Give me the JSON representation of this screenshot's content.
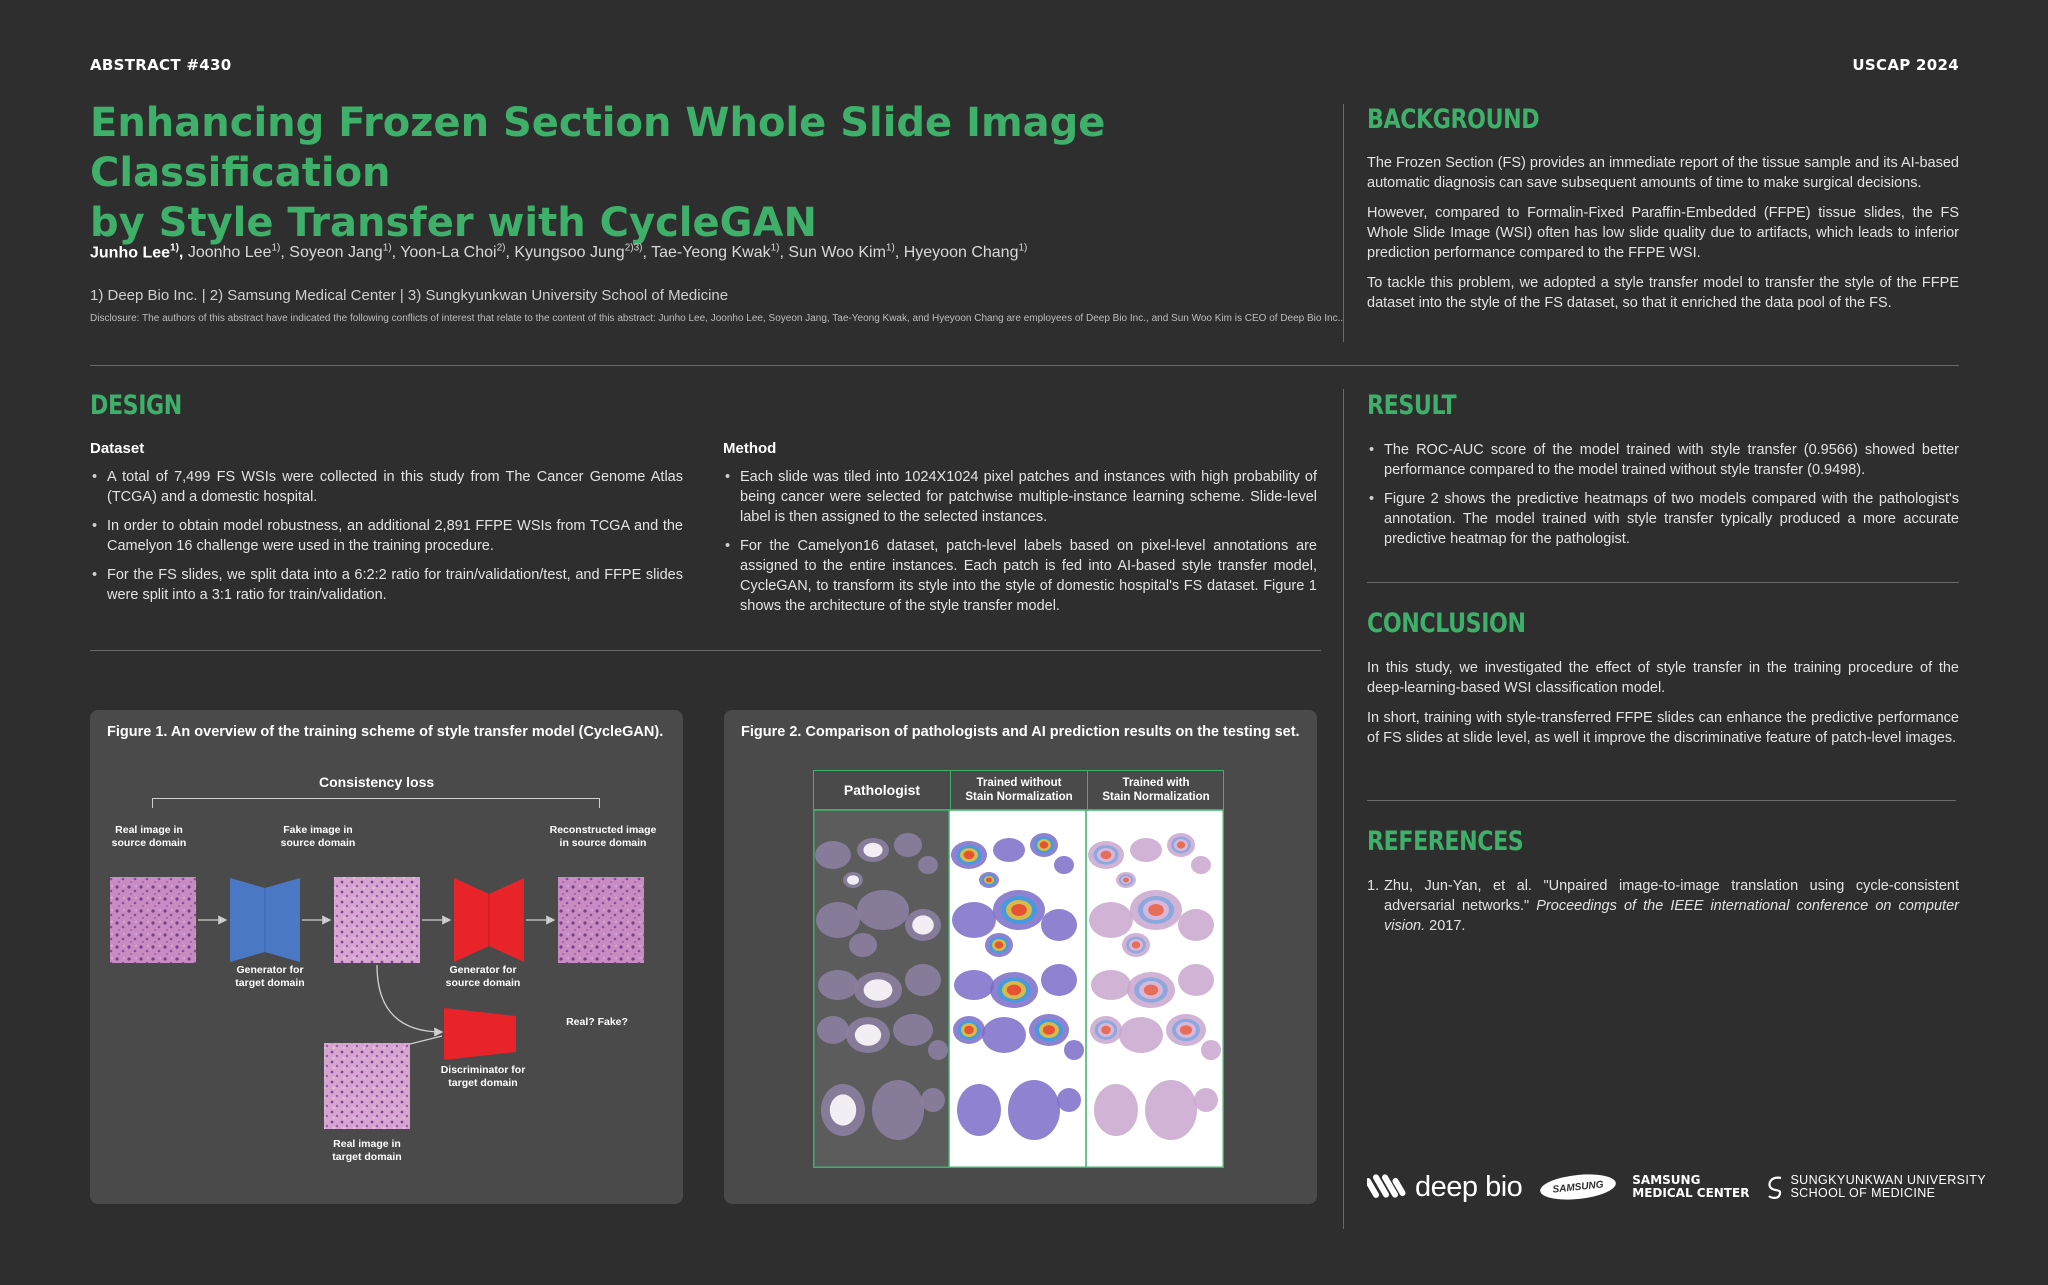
{
  "header": {
    "abstract_no": "ABSTRACT #430",
    "conference": "USCAP 2024"
  },
  "title": {
    "line1": "Enhancing Frozen Section Whole Slide Image Classification",
    "line2": "by Style Transfer with CycleGAN"
  },
  "authors": {
    "first": "Junho Lee",
    "first_sup": "1)",
    "rest": [
      {
        "name": "Joonho Lee",
        "sup": "1)"
      },
      {
        "name": "Soyeon Jang",
        "sup": "1)"
      },
      {
        "name": "Yoon-La Choi",
        "sup": "2)"
      },
      {
        "name": "Kyungsoo Jung",
        "sup": "2)3)"
      },
      {
        "name": "Tae-Yeong Kwak",
        "sup": "1)"
      },
      {
        "name": "Sun Woo Kim",
        "sup": "1)"
      },
      {
        "name": "Hyeyoon Chang",
        "sup": "1)"
      }
    ]
  },
  "affiliations": "1) Deep Bio Inc. |  2) Samsung Medical Center |  3) Sungkyunkwan University School of Medicine",
  "disclosure": "Disclosure: The authors of this abstract have indicated the following conflicts of interest that relate to the content of this abstract: Junho Lee, Joonho Lee, Soyeon Jang, Tae-Yeong Kwak, and Hyeyoon Chang are employees of Deep Bio Inc., and Sun Woo Kim is CEO of Deep Bio Inc..",
  "background": {
    "heading": "BACKGROUND",
    "paragraphs": [
      "The Frozen Section (FS) provides an immediate report of the tissue sample and its AI-based automatic diagnosis can save subsequent amounts of time to make surgical decisions.",
      "However, compared to Formalin-Fixed Paraffin-Embedded (FFPE) tissue slides, the FS Whole Slide Image (WSI) often has low slide quality due to artifacts, which leads to inferior prediction performance compared to the FFPE WSI.",
      "To tackle this problem, we adopted a style transfer model to transfer the style of the FFPE dataset into the style of the FS dataset, so that it enriched the data pool of the FS."
    ]
  },
  "design": {
    "heading": "DESIGN",
    "dataset": {
      "heading": "Dataset",
      "bullets": [
        "A total of 7,499 FS WSIs were collected in this study from The Cancer Genome Atlas (TCGA) and a domestic hospital.",
        "In order to obtain model robustness, an additional 2,891 FFPE WSIs from TCGA and the Camelyon 16 challenge were used in the training procedure.",
        "For the FS slides, we split data into a 6:2:2 ratio for train/validation/test, and FFPE slides were split into a 3:1 ratio for train/validation."
      ]
    },
    "method": {
      "heading": "Method",
      "bullets": [
        "Each slide was tiled into 1024X1024 pixel patches and instances with high probability of being cancer were selected for patchwise multiple-instance learning scheme. Slide-level label is then assigned to the selected instances.",
        "For the Camelyon16 dataset, patch-level labels based on pixel-level annotations are assigned to the entire instances. Each patch is fed into AI-based style transfer model, CycleGAN, to transform its style into the style of domestic hospital's FS dataset. Figure 1 shows the architecture of the style transfer model."
      ]
    }
  },
  "figure1": {
    "caption": "Figure 1. An overview of the training scheme of style transfer model (CycleGAN).",
    "consistency_loss": "Consistency loss",
    "real_source": "Real image in\nsource domain",
    "fake_source": "Fake image in\nsource domain",
    "recon_source": "Reconstructed image\nin source domain",
    "gen_target": "Generator for\ntarget domain",
    "gen_source": "Generator for\nsource domain",
    "real_fake": "Real? Fake?",
    "disc_target": "Discriminator for\ntarget domain",
    "real_target": "Real image in\ntarget domain",
    "colors": {
      "generator_target": "#4a78c4",
      "generator_source": "#e8232a",
      "discriminator": "#e8232a"
    }
  },
  "figure2": {
    "caption": "Figure 2. Comparison of pathologists and AI prediction results on the testing set.",
    "columns": [
      "Pathologist",
      "Trained without\nStain Normalization",
      "Trained with\nStain Normalization"
    ]
  },
  "result": {
    "heading": "RESULT",
    "bullets": [
      "The ROC-AUC score of the model trained with style transfer (0.9566) showed better performance compared to the model trained without style transfer (0.9498).",
      "Figure 2 shows the predictive heatmaps of two models compared with the pathologist's annotation. The model trained with style transfer typically produced a more accurate predictive heatmap for the pathologist."
    ]
  },
  "conclusion": {
    "heading": "CONCLUSION",
    "paragraphs": [
      "In this study, we investigated the effect of style transfer in the training procedure of the deep-learning-based WSI classification model.",
      "In short, training with style-transferred FFPE slides can enhance the predictive performance of FS slides at slide level, as well it improve the discriminative feature of patch-level images."
    ]
  },
  "references": {
    "heading": "REFERENCES",
    "items": [
      {
        "num": "1.",
        "plain": "Zhu, Jun-Yan, et al. \"Unpaired image-to-image translation using cycle-consistent adversarial networks.\" ",
        "italic": "Proceedings of the IEEE international conference on computer vision.",
        "year": " 2017."
      }
    ]
  },
  "logos": {
    "deepbio": "deep bio",
    "samsung": "SAMSUNG",
    "smc_line1": "SAMSUNG",
    "smc_line2": "MEDICAL CENTER",
    "skku_line1": "SUNGKYUNKWAN UNIVERSITY",
    "skku_line2": "SCHOOL OF MEDICINE"
  }
}
